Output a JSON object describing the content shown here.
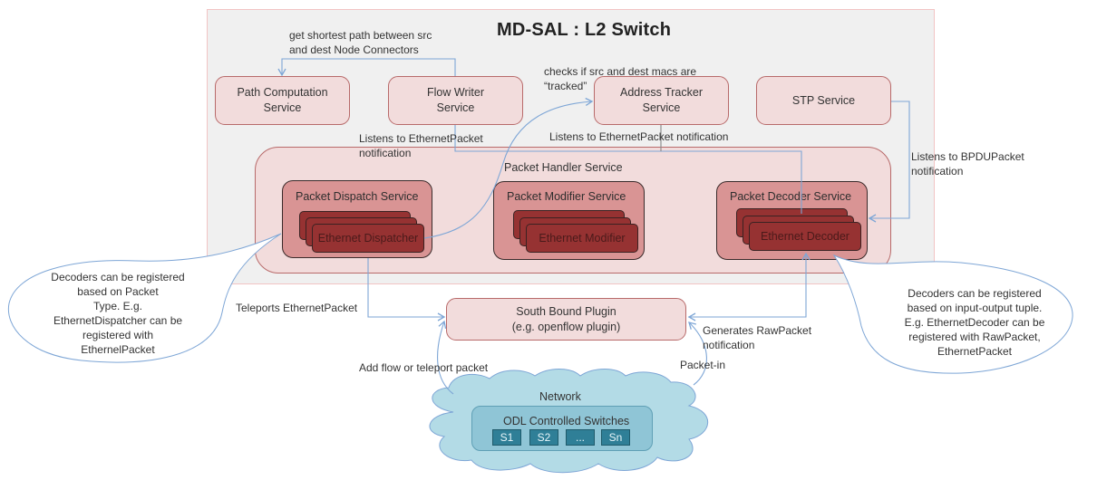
{
  "title": "MD-SAL : L2 Switch",
  "services": {
    "path_computation": "Path Computation\nService",
    "flow_writer": "Flow Writer\nService",
    "address_tracker": "Address Tracker\nService",
    "stp": "STP Service",
    "packet_handler": "Packet Handler Service",
    "south_bound": "South Bound Plugin\n(e.g. openflow plugin)"
  },
  "sub_services": [
    {
      "label": "Packet Dispatch Service",
      "card": "Ethernet Dispatcher"
    },
    {
      "label": "Packet Modifier Service",
      "card": "Ethernet Modifier"
    },
    {
      "label": "Packet Decoder Service",
      "card": "Ethernet Decoder"
    }
  ],
  "annotations": {
    "shortest_path": "get shortest path between src\nand dest Node Connectors",
    "checks_macs": "checks if src and dest macs are\n“tracked”",
    "listens_ethernet_1": "Listens to EthernetPacket\nnotification",
    "listens_ethernet_2": "Listens to EthernetPacket notification",
    "listens_bpdu": "Listens to BPDUPacket\nnotification",
    "teleports": "Teleports EthernetPacket",
    "generates_raw": "Generates RawPacket\nnotification",
    "add_flow": "Add flow or teleport packet",
    "packet_in": "Packet-in"
  },
  "callouts": {
    "left": "Decoders can be registered\nbased on Packet\nType. E.g.\nEthernetDispatcher can be\nregistered with\nEthernelPacket",
    "right": "Decoders can be registered\nbased on input-output tuple.\nE.g. EthernetDecoder can be\nregistered with RawPacket,\nEthernetPacket"
  },
  "network": {
    "label": "Network",
    "switches_label": "ODL Controlled Switches",
    "switches": [
      "S1",
      "S2",
      "...",
      "Sn"
    ]
  },
  "colors": {
    "service_fill": "#f2dcdc",
    "service_border": "#b86a6a",
    "subservice_fill": "#d99494",
    "card_fill": "#963232",
    "connector": "#7ea6d6",
    "cloud_fill": "#b3dbe6",
    "switch_fill": "#2f7f97"
  }
}
